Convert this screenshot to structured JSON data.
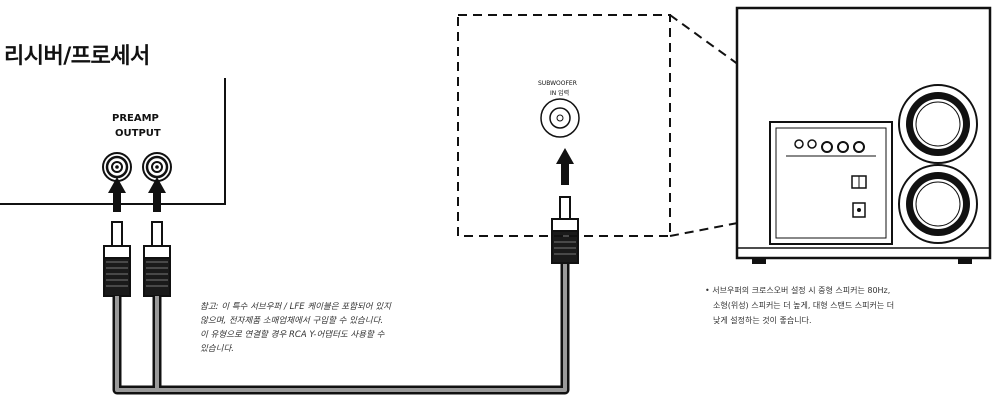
{
  "receiver": {
    "title": "리시버/프로세서",
    "preamp_line1": "PREAMP",
    "preamp_line2": "OUTPUT"
  },
  "subwoofer_panel": {
    "label_line1": "SUBWOOFER",
    "label_line2": "IN 입력"
  },
  "cable_note": {
    "line1": "참고: 이 특수 서브우퍼 / LFE 케이블은 포함되어 있지",
    "line2": "않으며, 전자제품 소매업체에서 구입할 수 있습니다.",
    "line3": "이 유형으로 연결할 경우 RCA Y-어댑터도 사용할 수",
    "line4": "있습니다."
  },
  "crossover_note": {
    "line1": "• 서브우퍼의 크로스오버 설정 시 중형 스피커는 80Hz,",
    "line2": "소형(위성) 스피커는 더 높게, 대형 스탠드 스피커는 더",
    "line3": "낮게 설정하는 것이 좋습니다."
  }
}
